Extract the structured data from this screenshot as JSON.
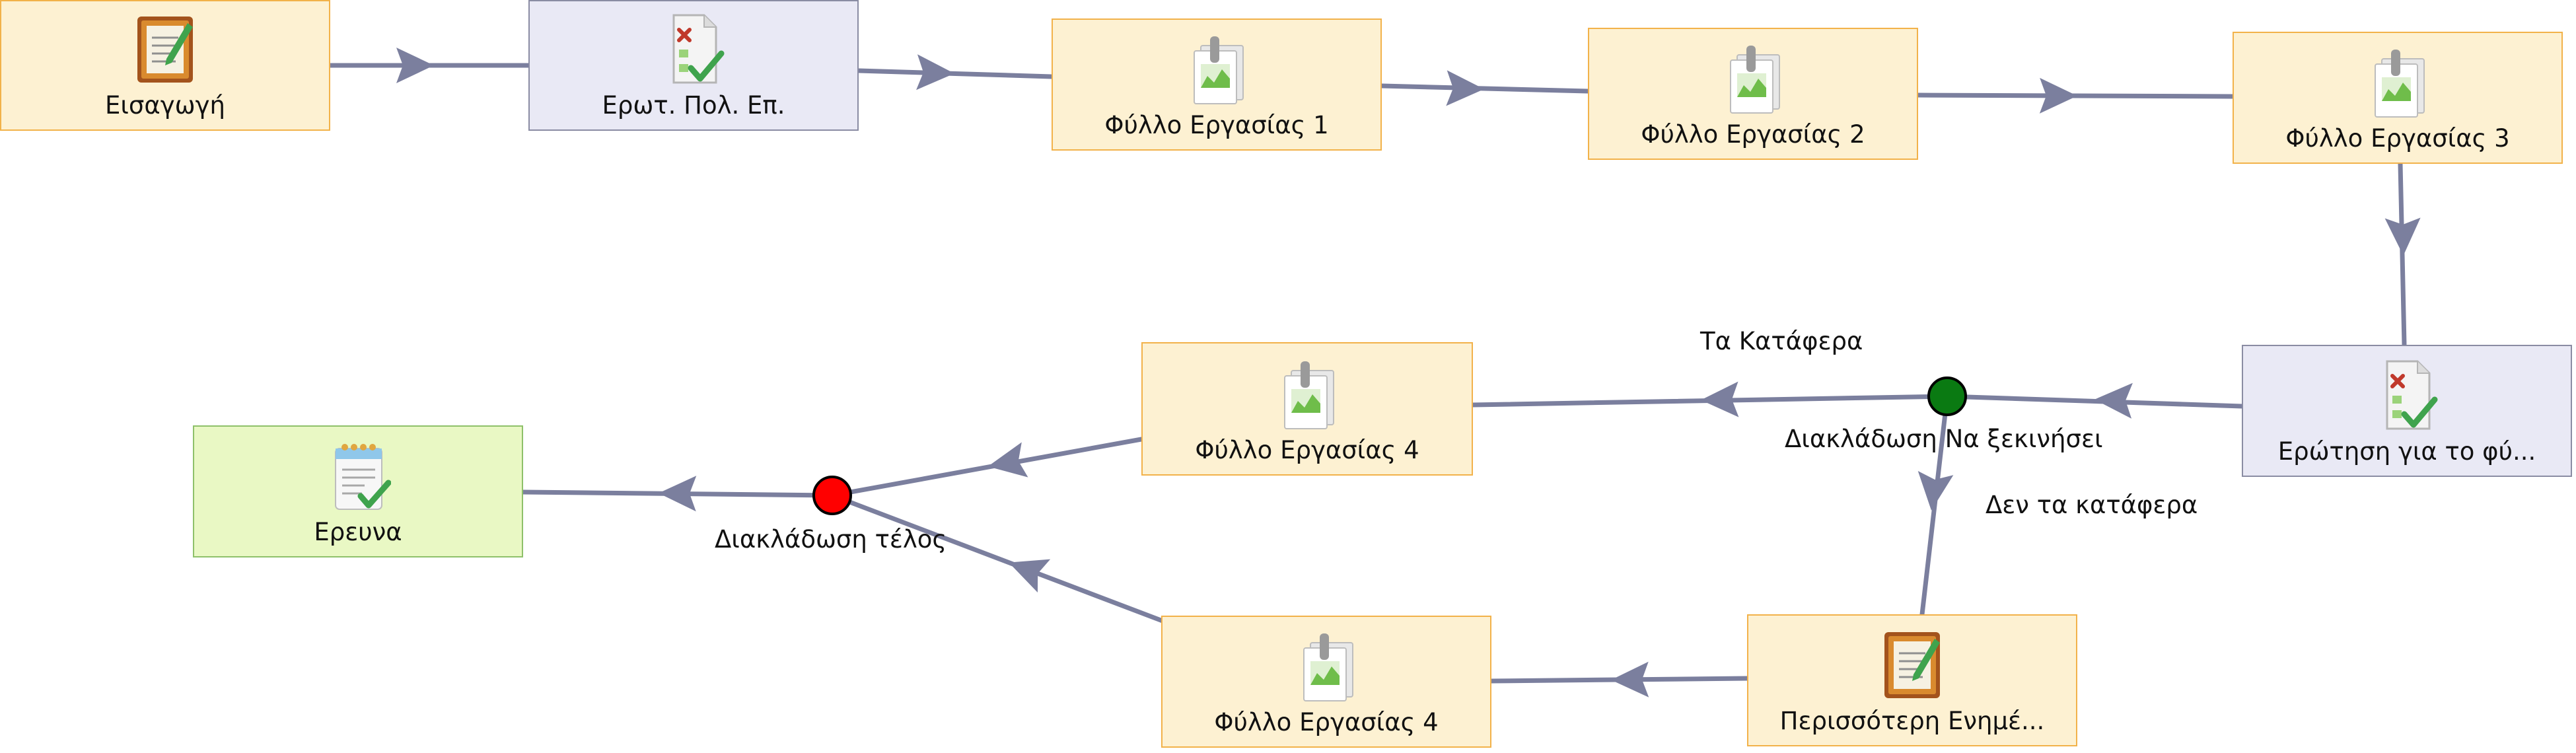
{
  "colors": {
    "edge": "#7b7f9e",
    "activity_fill": "#fdf1d2",
    "activity_border": "#f2b24a",
    "quiz_fill": "#e9e9f5",
    "quiz_border": "#8a8ca3",
    "survey_fill": "#e9f8c4",
    "survey_border": "#8ec16a",
    "start_gate": "#0a7a12",
    "end_gate": "#ff0000"
  },
  "nodes": {
    "intro": {
      "label": "Εισαγωγή",
      "icon": "notebook-icon"
    },
    "quiz1": {
      "label": "Ερωτ. Πολ. Επ.",
      "icon": "quiz-sheet-icon"
    },
    "ws1": {
      "label": "Φύλλο Εργασίας 1",
      "icon": "clipboard-chart-icon"
    },
    "ws2": {
      "label": "Φύλλο Εργασίας 2",
      "icon": "clipboard-chart-icon"
    },
    "ws3": {
      "label": "Φύλλο Εργασίας 3",
      "icon": "clipboard-chart-icon"
    },
    "quiz2": {
      "label": "Ερώτηση για το φύ...",
      "icon": "quiz-sheet-icon"
    },
    "ws4a": {
      "label": "Φύλλο Εργασίας 4",
      "icon": "clipboard-chart-icon"
    },
    "more": {
      "label": "Περισσότερη Ενημέ...",
      "icon": "notebook-icon"
    },
    "ws4b": {
      "label": "Φύλλο Εργασίας 4",
      "icon": "clipboard-chart-icon"
    },
    "survey": {
      "label": "Ερευνα",
      "icon": "survey-notepad-icon"
    }
  },
  "gates": {
    "branch_start": {
      "label": "Διακλάδωση Να ξεκινήσει"
    },
    "branch_end": {
      "label": "Διακλάδωση τέλος"
    }
  },
  "edge_labels": {
    "success": "Τα Κατάφερα",
    "failure": "Δεν τα κατάφερα"
  }
}
